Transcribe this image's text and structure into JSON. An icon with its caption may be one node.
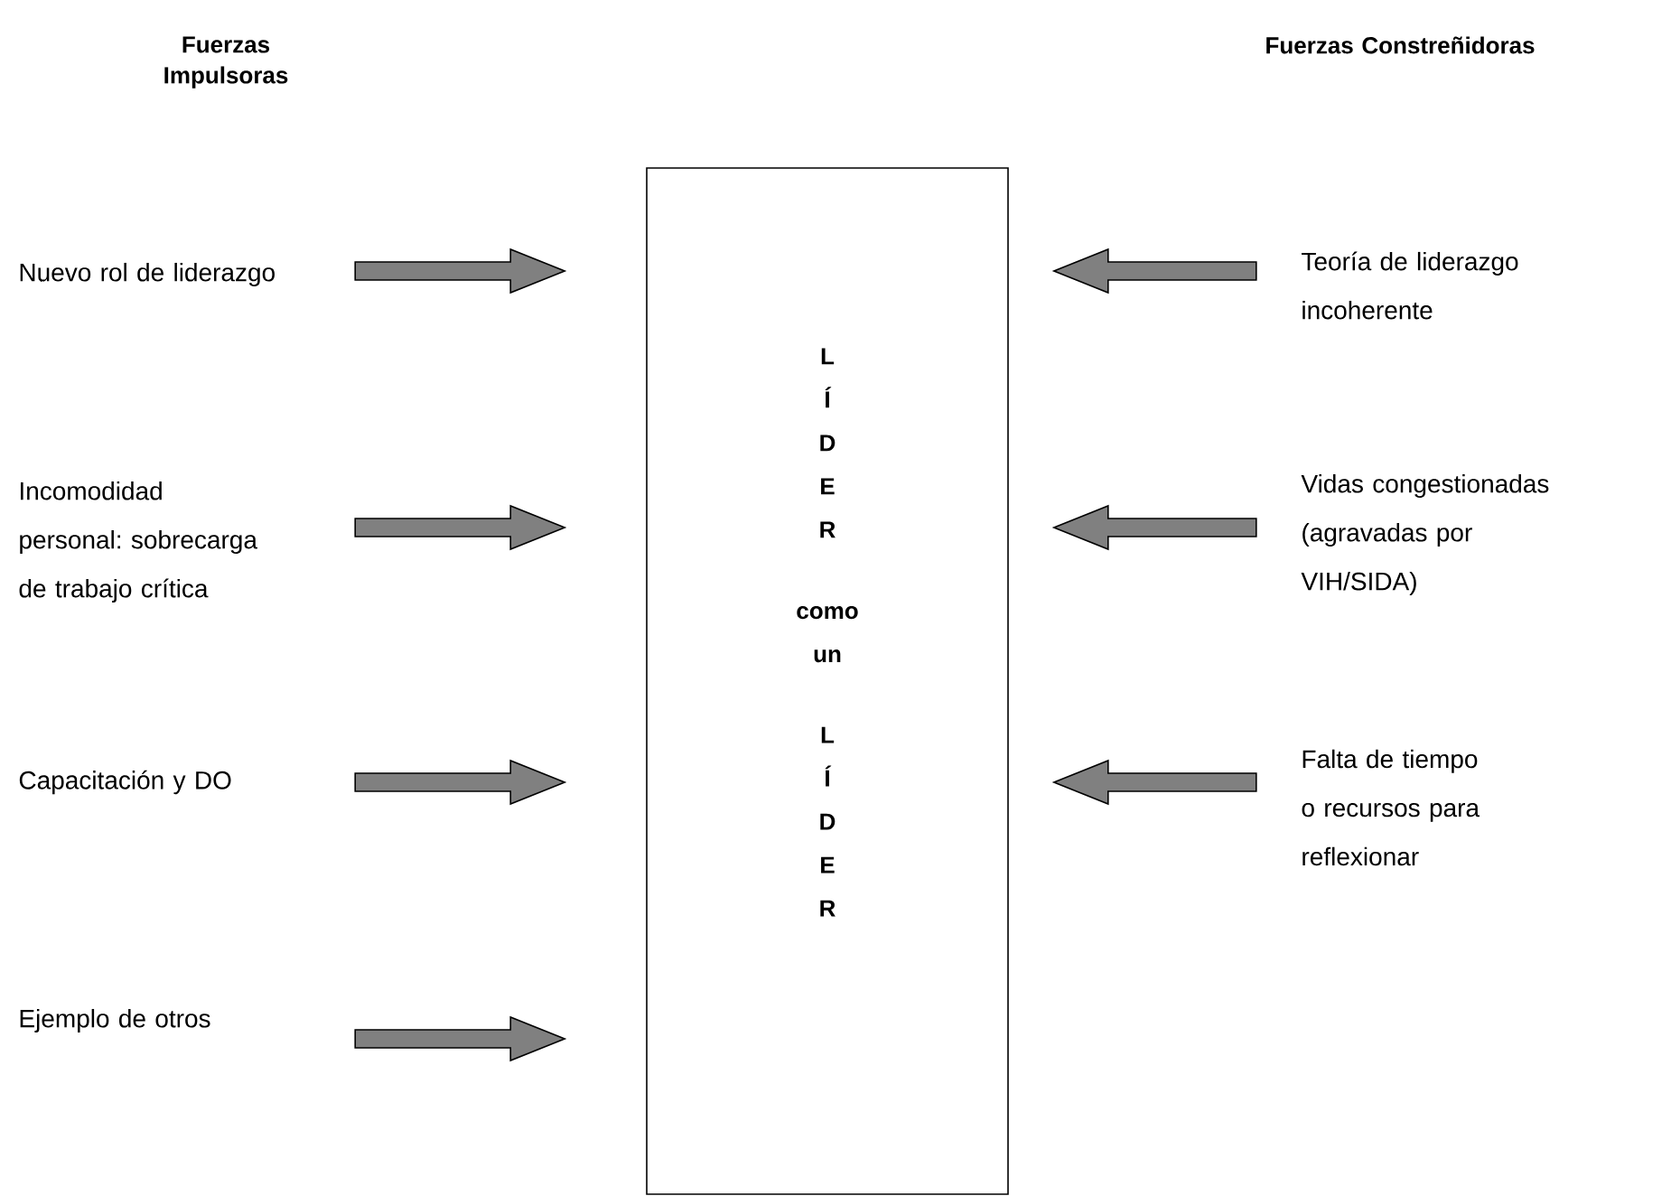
{
  "diagram": {
    "nodes": [
      {
        "text": [
          "L Í D E R",
          "como un",
          "L Í D E R"
        ]
      },
      {
        "text": [
          "Nuevo rol de liderazgo"
        ]
      },
      {
        "text": [
          "Incomodidad personal: sobrecarga de trabajo crítica"
        ]
      },
      {
        "text": [
          "Capacitación y DO"
        ]
      },
      {
        "text": [
          "Ejemplo de otros"
        ]
      },
      {
        "text": [
          "Teoría de liderazgo incoherente"
        ]
      },
      {
        "text": [
          "Vidas congestionadas (agravadas por VIH/SIDA)"
        ]
      },
      {
        "text": [
          "Falta de tiempo o recursos para reflexionar"
        ]
      }
    ],
    "edges": [
      {
        "from": 1,
        "to": 0,
        "arrow": "to"
      },
      {
        "from": 2,
        "to": 0,
        "arrow": "to"
      },
      {
        "from": 3,
        "to": 0,
        "arrow": "to"
      },
      {
        "from": 4,
        "to": 0,
        "arrow": "to"
      },
      {
        "from": 5,
        "to": 0,
        "arrow": "to"
      },
      {
        "from": 6,
        "to": 0,
        "arrow": "to"
      },
      {
        "from": 7,
        "to": 0,
        "arrow": "to"
      }
    ],
    "labels": [
      "Fuerzas Impulsoras",
      "Fuerzas Constreñidoras"
    ]
  }
}
